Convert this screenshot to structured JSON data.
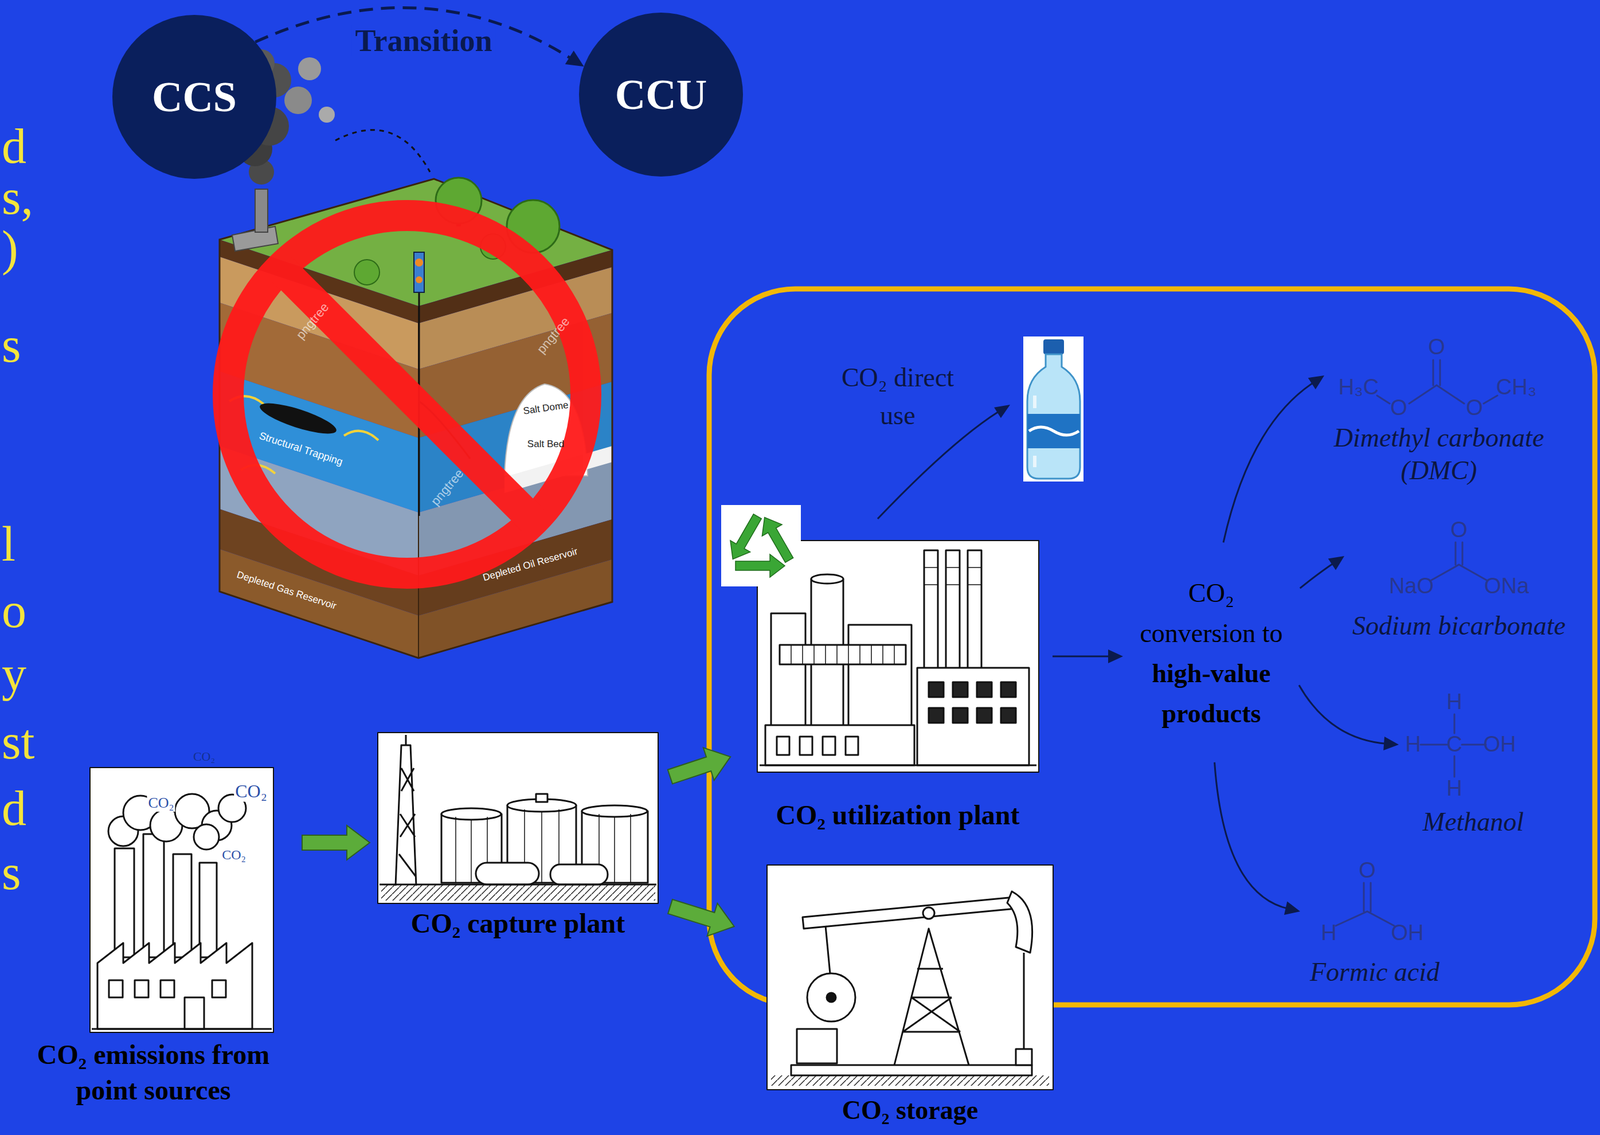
{
  "diagram": {
    "nodes": [
      {
        "text": [
          "CCS"
        ]
      },
      {
        "text": [
          "CCU"
        ]
      },
      {
        "text": [
          "CO₂ emissions from point sources"
        ]
      },
      {
        "text": [
          "CO₂ capture plant"
        ]
      },
      {
        "text": [
          "CO₂ utilization plant"
        ]
      },
      {
        "text": [
          "CO₂ storage"
        ]
      },
      {
        "text": [
          "CO₂ conversion to",
          "high-value products"
        ]
      },
      {
        "text": [
          "Dimethyl carbonate (DMC)"
        ]
      },
      {
        "text": [
          "Sodium bicarbonate"
        ]
      },
      {
        "text": [
          "Methanol"
        ]
      },
      {
        "text": [
          "Formic acid"
        ]
      }
    ],
    "edges": [
      {
        "from": 0,
        "to": 1,
        "label": "Transition",
        "arrow": "to"
      },
      {
        "from": 2,
        "to": 3,
        "arrow": "to"
      },
      {
        "from": 3,
        "to": 4,
        "arrow": "to"
      },
      {
        "from": 3,
        "to": 5,
        "arrow": "to"
      },
      {
        "from": 4,
        "to": 6,
        "arrow": "to"
      },
      {
        "from": 6,
        "to": 7,
        "arrow": "to"
      },
      {
        "from": 6,
        "to": 8,
        "arrow": "to"
      },
      {
        "from": 6,
        "to": 9,
        "arrow": "to"
      },
      {
        "from": 6,
        "to": 10,
        "arrow": "to"
      }
    ],
    "labels": [
      "d",
      "s,",
      ")",
      "s",
      "l",
      "o",
      "y",
      "st",
      "d",
      "s",
      "CO₂",
      "CO₂",
      "CO₂",
      "CO₂",
      "Salt Dome",
      "Salt Bed",
      "Structural Trapping",
      "Depleted Gas Reservoir",
      "Depleted Oil Reservoir",
      "pngtree",
      "pngtree",
      "pngtree",
      "CO₂ direct use",
      "H₃C",
      "O",
      "O",
      "O",
      "CH₃",
      "NaO",
      "O",
      "ONa",
      "H",
      "H",
      "C",
      "OH",
      "H",
      "O",
      "H",
      "OH"
    ]
  }
}
